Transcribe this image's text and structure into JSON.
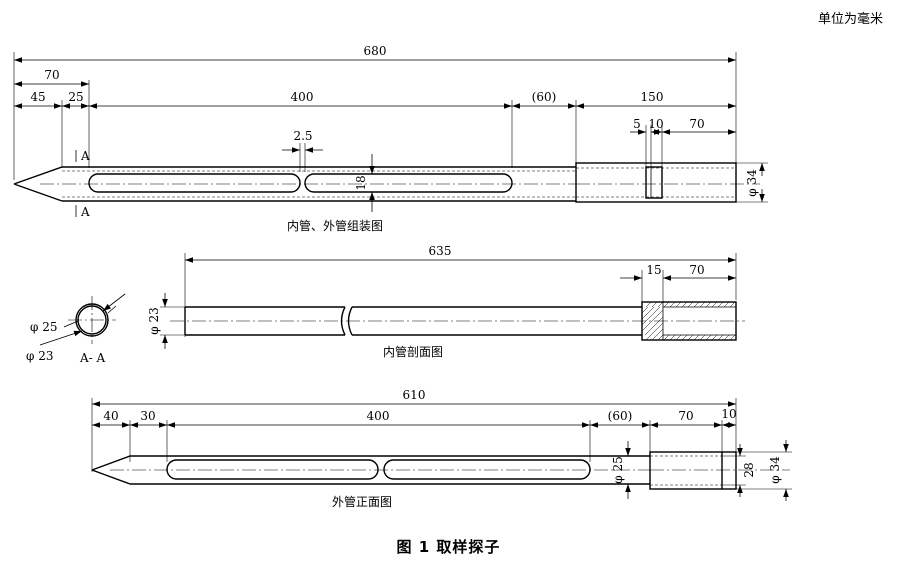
{
  "unit_note": "单位为毫米",
  "figure_title": "图 1   取样探子",
  "assembly": {
    "caption": "内管、外管组装图",
    "dims": {
      "total": "680",
      "tip_to_slot": "70",
      "tip": "45",
      "seg": "25",
      "slot": "400",
      "gap": "(60)",
      "head": "150",
      "w5": "5",
      "w10": "10",
      "w70": "70",
      "bridge": "2.5",
      "slot_width": "18",
      "head_dia": "φ 34"
    },
    "section_marks": [
      "A",
      "A"
    ]
  },
  "inner": {
    "caption": "内管剖面图",
    "dims": {
      "total": "635",
      "w15": "15",
      "w70": "70",
      "dia": "φ 23"
    }
  },
  "section_aa": {
    "label": "A- A",
    "outer_dia": "φ 25",
    "inner_dia": "φ 23"
  },
  "outer": {
    "caption": "外管正面图",
    "dims": {
      "total": "610",
      "tip": "40",
      "seg": "30",
      "slot": "400",
      "gap": "(60)",
      "w70": "70",
      "w10": "10",
      "tube_dia": "φ 25",
      "bore": "28",
      "head_dia": "φ 34"
    }
  }
}
